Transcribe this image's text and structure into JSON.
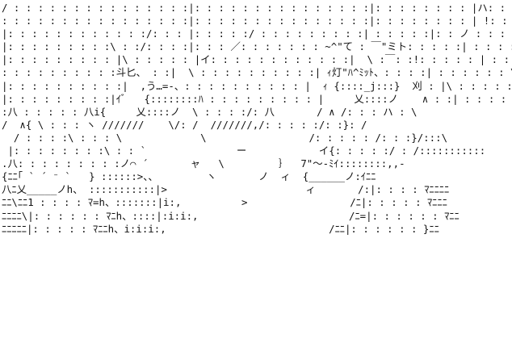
{
  "art": {
    "lines": [
      "/ : : : : : : : : : : : : : : :|: : : : : : : : : : : : : : :|: : : : : : : : |ハ: : : : : : : : \\ : : \\ : : : ",
      ": : : : : : : : : : : : : : : :|: : : : : : : : : : : : : : :|: : : : : : : : | !: : : : : : : : : \\ : : \\ : :",
      "|: : : : : : : : : : : :/: : : |: : : : :/ : : : : : : : : :| : : : : :|: : ノ : : : : : : : : : : : \\ : : \\ :",
      "|: : : : : : : : :\\ : :/: : : :|: : : ／: : : : : : : ~^\"て : ￣\"ミト: : : : :| : : : : \\ : : \\",
      "|: : : : : : : : : |\\ : : : : : |イ: : : : : : : : : : : :|  \\ :￣: :!: : : : : | : : : : : \\ : :",
      ": : : : : : : : : :斗匕、 : :|  \\ : : : : : : : : : :| ｨ灯\"ﾊ^ﾐｯﾄ、: : : :| : : : : : : \\",
      "|: : : : : : : : : :|  ,う…=‐、: : : : : : : : : : |  ｨ {::::_j:::}  刈 : |\\ : : : : : : :",
      "|: : : : : : : : :|ｲﾞ   {::::::::ﾊ : : : : : : : : : |     乂::::ノ    ∧ : :| : : : : : : :",
      ":八 : : : : : 八i{     乂::::ノ  \\ : : : :/: 八       / ∧ /: : : ハ : \\",
      "/  ∧{ \\ : : : ヽ ///////    \\/: /  ///////,/: : : : :/: :}: /",
      "  / : : : :\\ : : : \\             \\                 /: : : : : /: : :}/:::\\",
      " |: : : : : : : :\\ : : `               ー            イ{: : : : :/ : /:::::::::::",
      ".八: : : : : : : : :ノ⌒ ´       ャ   \\         ｝  7\"～‐ﾐｲ::::::::,,‐",
      "{ﾆﾆ｢ ` ´ ⁻ `   } ::::::>、、        ヽ       ノ  ィ  {______ノ:ｲﾆﾆ",
      "八ﾆ乂_____ノh、 :::::::::::|>                       ィ       /:|: : : : ﾏﾆﾆﾆﾆ",
      "ﾆﾆ\\ﾆﾆ1 : : : : ﾏ=h、:::::::|i:,          >                 /ﾆ|: : : : : ﾏﾆﾆﾆ",
      "ﾆﾆﾆﾆ\\|: : : : : : ﾏﾆh、::::|:i:i:,                         /ﾆ=|: : : : : : ﾏﾆﾆ",
      "ﾆﾆﾆﾆﾆ|: : : : : ﾏﾆﾆh、i:i:i:,                           /ﾆﾆ|: : : : : : }ﾆﾆ"
    ]
  }
}
